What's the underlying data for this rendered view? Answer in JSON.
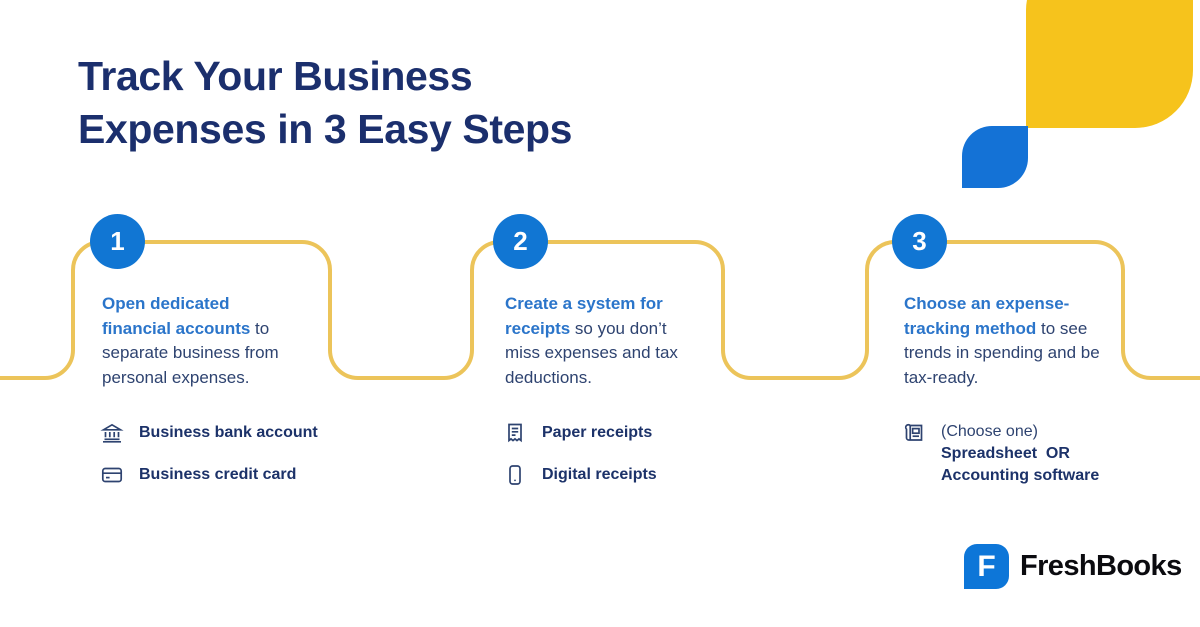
{
  "header": {
    "title_line1": "Track Your Business",
    "title_line2": "Expenses in 3 Easy Steps"
  },
  "steps": [
    {
      "number": "1",
      "lead": "Open dedicated financial accounts",
      "rest": " to separate business from personal expenses.",
      "bullets": [
        {
          "icon": "bank-icon",
          "label": "Business bank account"
        },
        {
          "icon": "credit-card-icon",
          "label": "Business credit card"
        }
      ]
    },
    {
      "number": "2",
      "lead": "Create a system for receipts",
      "rest": " so you don’t miss expenses and tax deductions.",
      "bullets": [
        {
          "icon": "receipt-icon",
          "label": "Paper receipts"
        },
        {
          "icon": "phone-icon",
          "label": "Digital receipts"
        }
      ]
    },
    {
      "number": "3",
      "lead": "Choose an expense-tracking method",
      "rest": " to see trends in spending and be tax-ready.",
      "bullets": [
        {
          "icon": "newspaper-icon",
          "note": "(Choose one)",
          "label_line1": "Spreadsheet  OR",
          "label_line2": "Accounting software"
        }
      ]
    }
  ],
  "footer": {
    "logo_mark_letter": "F",
    "logo_text": "FreshBooks"
  },
  "colors": {
    "title_navy": "#1B2F6D",
    "body_navy": "#2E4370",
    "lead_blue": "#2B75CA",
    "bullet_navy": "#1C3269",
    "circle_blue": "#1176D3",
    "connector_gold": "#ECC45A",
    "decor_yellow": "#F6C31C",
    "decor_blue": "#1472D6",
    "logo_blue": "#0D76D8"
  }
}
